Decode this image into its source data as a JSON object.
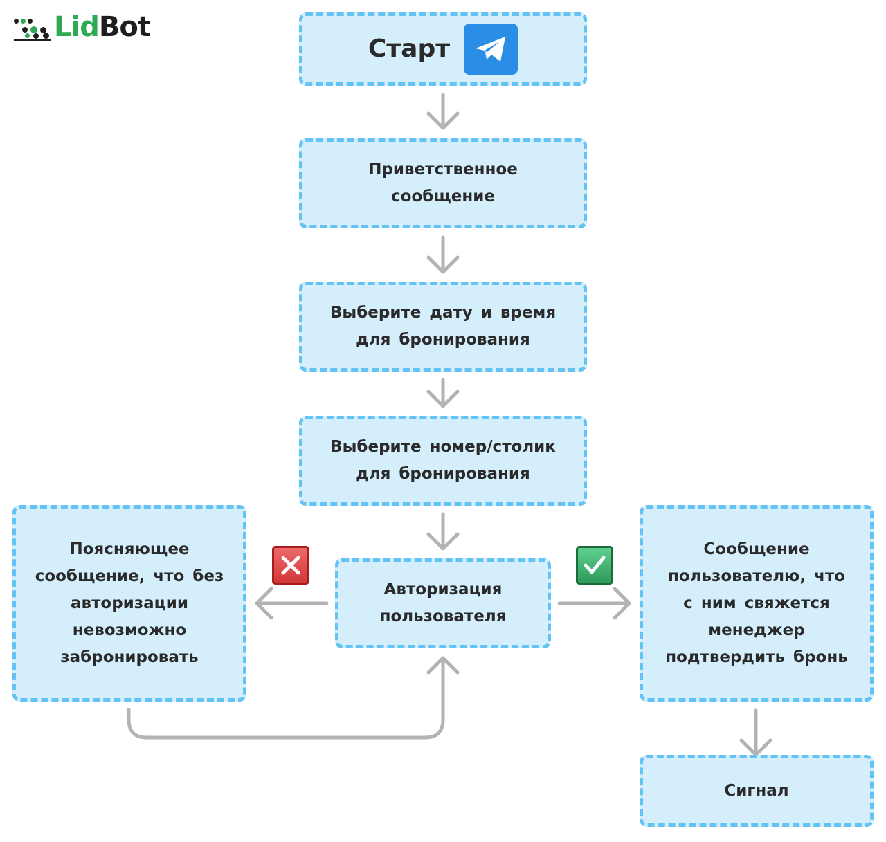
{
  "logo": {
    "text_part_a": "Lid",
    "text_part_b": "Bot",
    "colors": {
      "green": "#2eaa52",
      "dark": "#1e1e1e"
    }
  },
  "nodes": {
    "start": {
      "label": "Старт",
      "icon": "telegram-icon"
    },
    "welcome": {
      "label": "Приветственное\nсообщение"
    },
    "choose_datetime": {
      "label": "Выберите дату и время\nдля бронирования"
    },
    "choose_table": {
      "label": "Выберите номер/столик\nдля бронирования"
    },
    "authorization": {
      "label": "Авторизация\nпользователя"
    },
    "explain_message": {
      "label": "Поясняющее\nсообщение, что без\nавторизации\nневозможно\nзабронировать"
    },
    "manager_message": {
      "label": "Сообщение\nпользователю, что\nс ним свяжется\nменеджер\nподтвердить бронь"
    },
    "signal": {
      "label": "Сигнал"
    }
  },
  "badges": {
    "fail": {
      "icon": "cross-mark-icon",
      "color": "#d23838"
    },
    "success": {
      "icon": "check-mark-icon",
      "color": "#2f9a5a"
    }
  },
  "colors": {
    "node_fill": "#d5eefc",
    "node_border": "#62c3f4",
    "arrow": "#b3b3b3",
    "text": "#2a2a2a",
    "telegram": "#2a8ee6"
  }
}
